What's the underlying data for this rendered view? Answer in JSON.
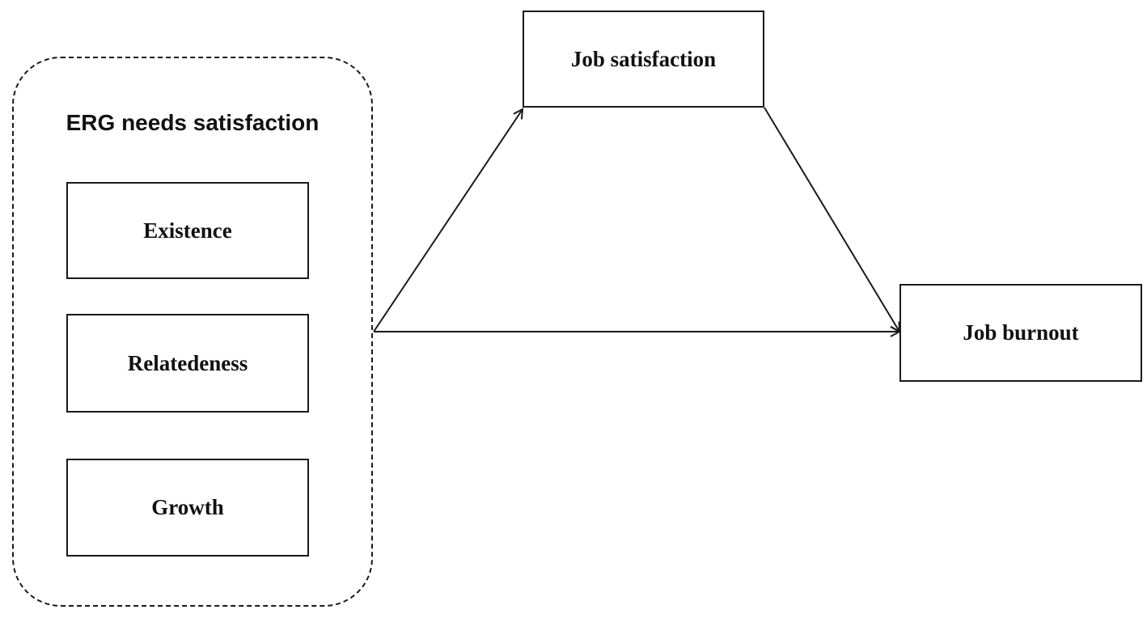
{
  "group": {
    "title": "ERG needs satisfaction",
    "items": [
      {
        "label": "Existence"
      },
      {
        "label": "Relatedeness"
      },
      {
        "label": "Growth"
      }
    ]
  },
  "mediator": {
    "label": "Job satisfaction"
  },
  "outcome": {
    "label": "Job burnout"
  },
  "colors": {
    "line": "#1a1a1a",
    "background": "#ffffff"
  }
}
